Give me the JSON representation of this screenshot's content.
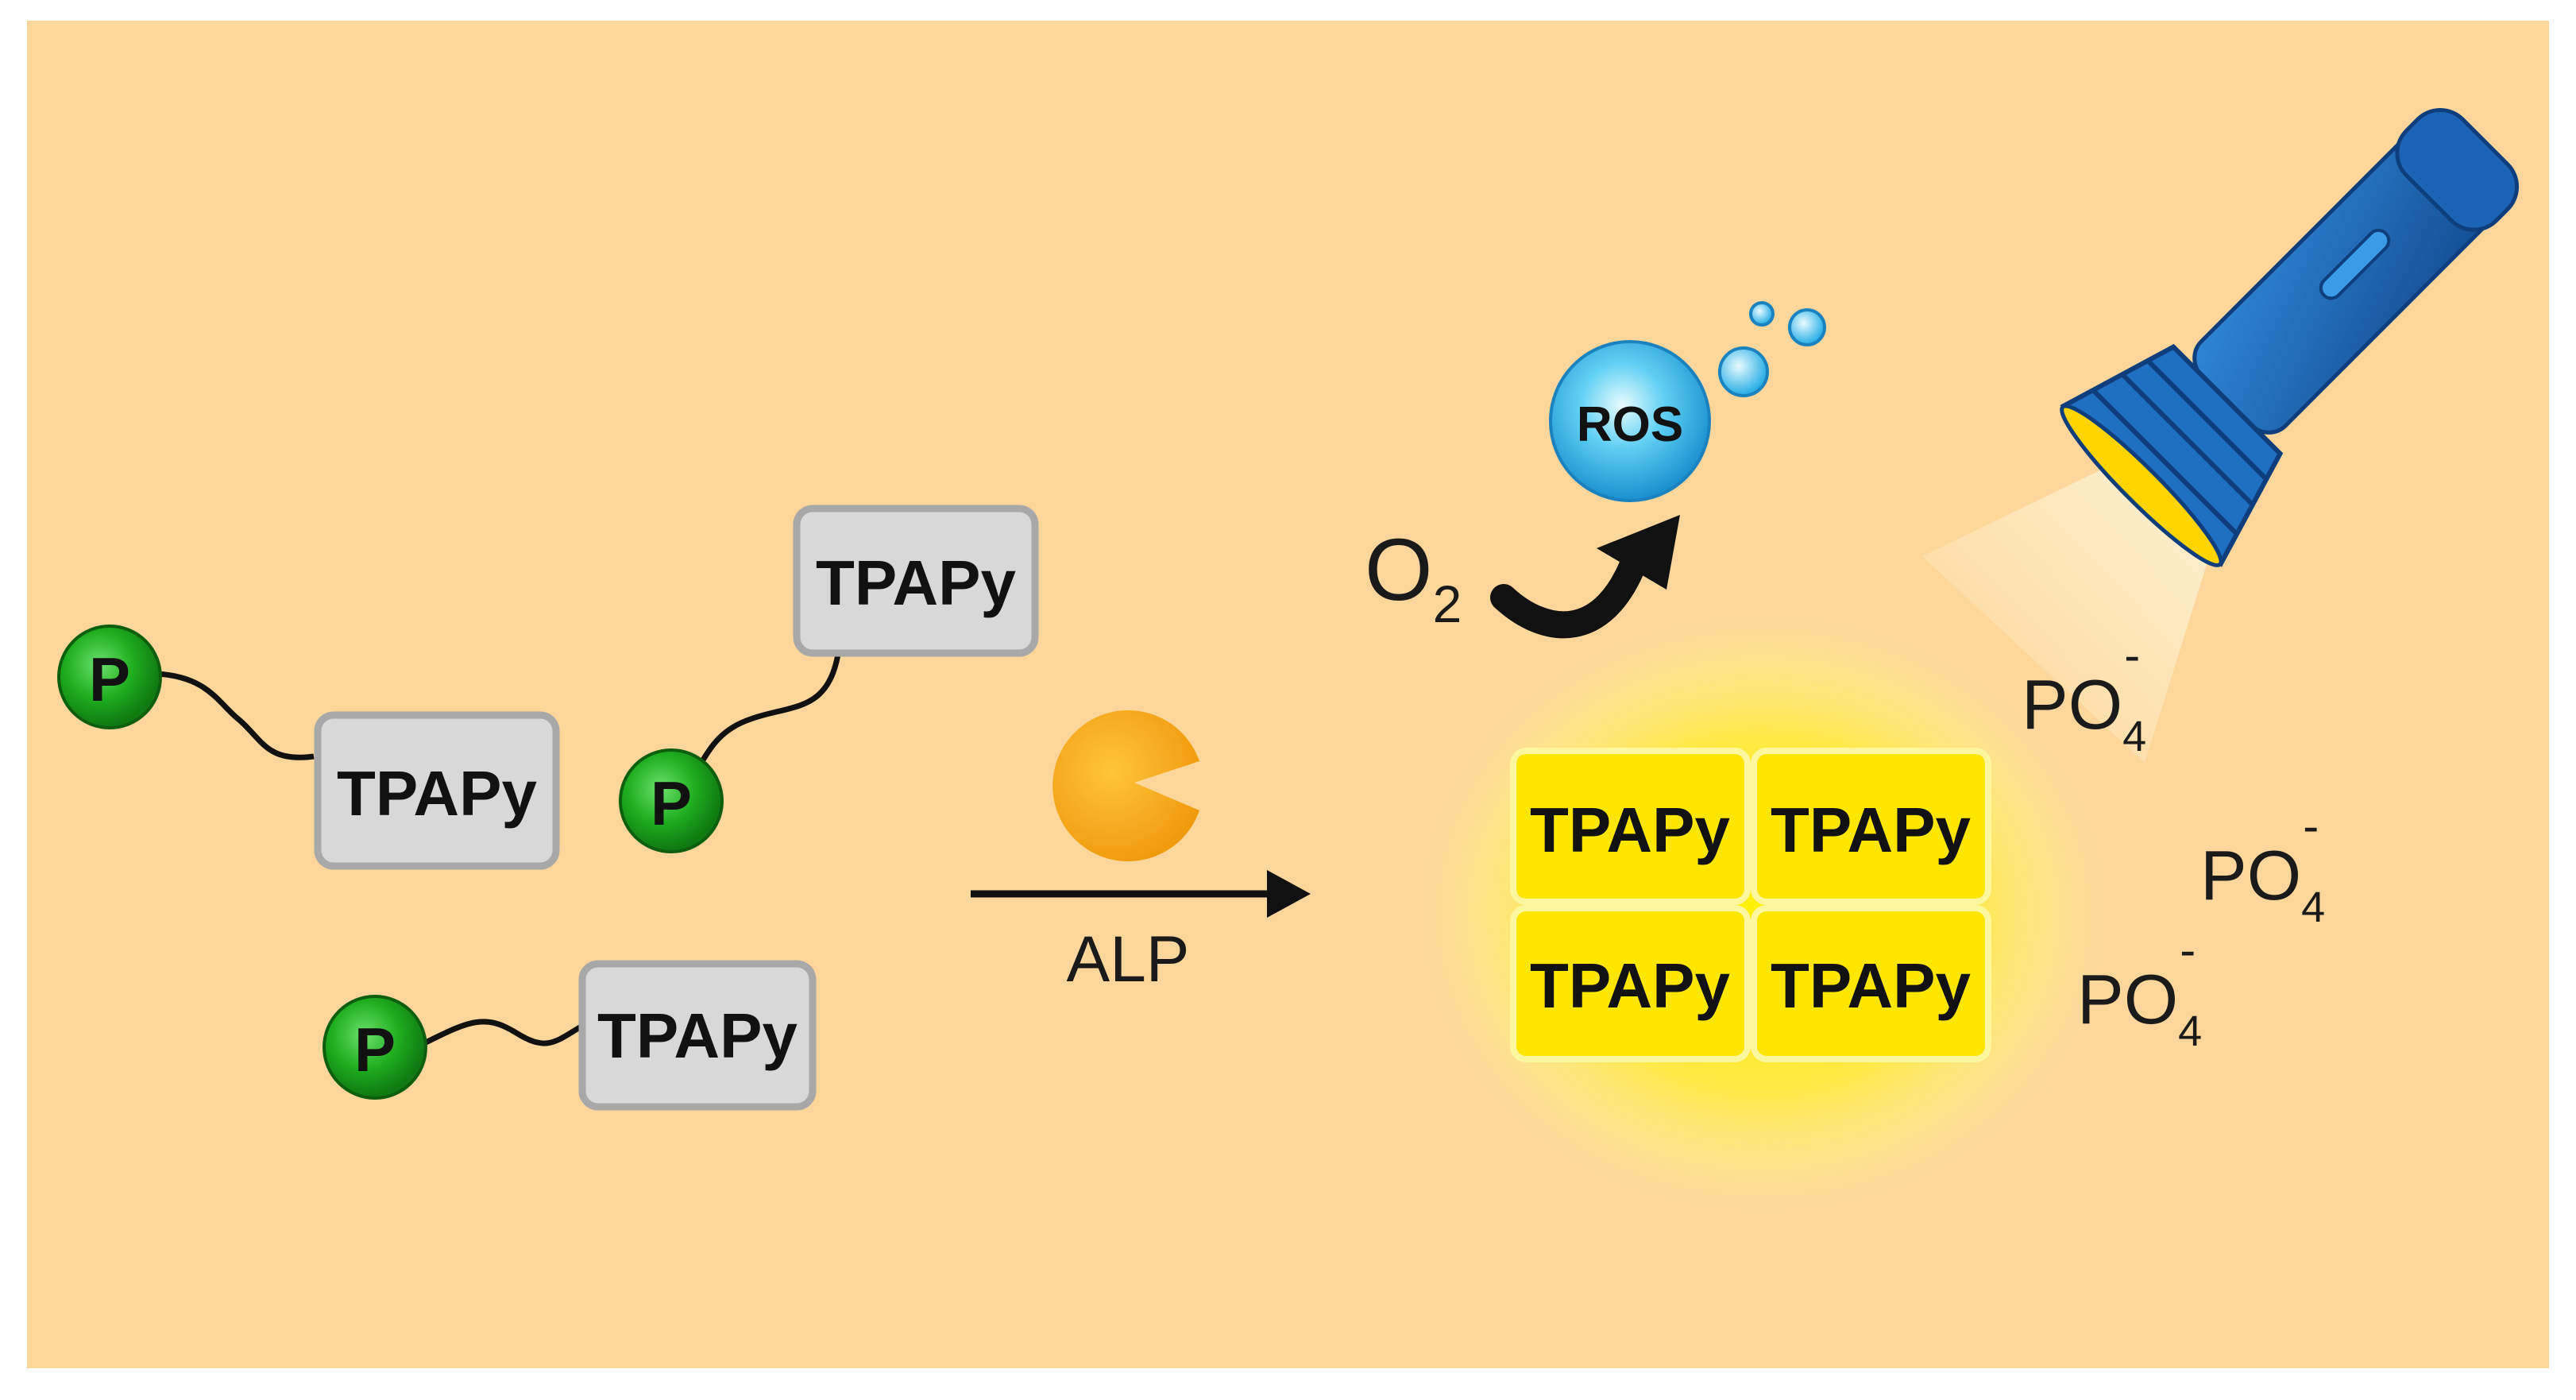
{
  "molecules": {
    "phosphate_label": "P",
    "probe_label": "TPAPy"
  },
  "reaction": {
    "enzyme_label": "ALP"
  },
  "products": {
    "oxygen": {
      "base": "O",
      "subscript": "2"
    },
    "ros_label": "ROS",
    "aggregate_label": "TPAPy",
    "phosphate": {
      "base": "PO",
      "subscript": "4",
      "superscript": "-"
    }
  },
  "colors": {
    "background": "#fdd69b",
    "phosphate_sphere": "#1f9f1f",
    "probe_box": "#d8d8d8",
    "aggregate_box": "#ffe600",
    "enzyme": "#f6a313",
    "ros_sphere": "#27a8e0",
    "flashlight": "#1b63b4"
  },
  "icons": {
    "enzyme": "pacman-enzyme-icon",
    "light_source": "flashlight-icon",
    "bubbles": "bubbles-icon"
  }
}
